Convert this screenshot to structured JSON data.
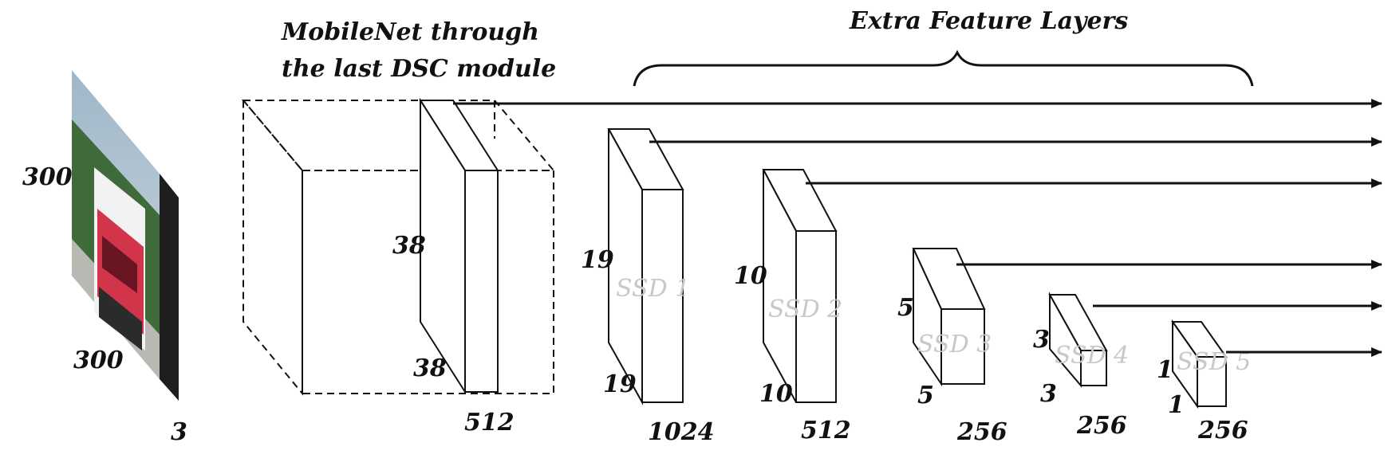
{
  "input": {
    "height_label": "300",
    "width_label": "300",
    "depth_label": "3"
  },
  "mobilenet": {
    "title_line1": "MobileNet through",
    "title_line2": "the last DSC module",
    "height_label": "38",
    "width_label": "38",
    "depth_label": "512"
  },
  "extra": {
    "title": "Extra Feature Layers"
  },
  "layers": [
    {
      "name": "SSD 1",
      "height_label": "19",
      "width_label": "19",
      "depth_label": "1024"
    },
    {
      "name": "SSD 2",
      "height_label": "10",
      "width_label": "10",
      "depth_label": "512"
    },
    {
      "name": "SSD 3",
      "height_label": "5",
      "width_label": "5",
      "depth_label": "256"
    },
    {
      "name": "SSD 4",
      "height_label": "3",
      "width_label": "3",
      "depth_label": "256"
    },
    {
      "name": "SSD 5",
      "height_label": "1",
      "width_label": "1",
      "depth_label": "256"
    }
  ],
  "colors": {
    "line": "#111111",
    "ssd_text": "#c8c8c8",
    "image_road": "#b9b9b3",
    "image_trees": "#3f6a3a",
    "image_truck": "#d2344a"
  }
}
